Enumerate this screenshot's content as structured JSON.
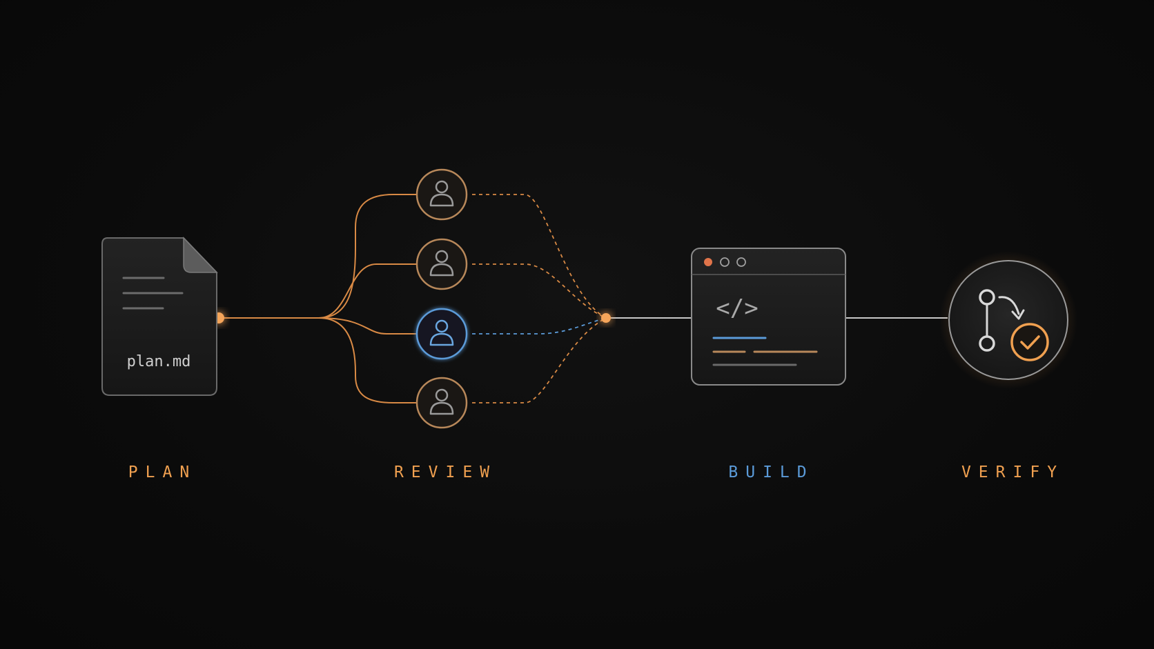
{
  "colors": {
    "background": "#0b0b0b",
    "orange": "#f0a050",
    "orange_dim": "#b8885a",
    "blue": "#5b9bd9",
    "gray_line": "#c8c8c8",
    "icon_gray": "#9a9a9a"
  },
  "stages": [
    {
      "label": "PLAN",
      "color": "#f0a050"
    },
    {
      "label": "REVIEW",
      "color": "#f0a050"
    },
    {
      "label": "BUILD",
      "color": "#5b9bd9"
    },
    {
      "label": "VERIFY",
      "color": "#f0a050"
    }
  ],
  "plan": {
    "file_name": "plan.md",
    "icon": "document-icon"
  },
  "review": {
    "reviewers": [
      {
        "icon": "user-icon",
        "highlighted": false
      },
      {
        "icon": "user-icon",
        "highlighted": false
      },
      {
        "icon": "user-icon",
        "highlighted": true
      },
      {
        "icon": "user-icon",
        "highlighted": false
      }
    ]
  },
  "build": {
    "code_glyph": "</>",
    "icon": "code-window-icon"
  },
  "verify": {
    "icon": "git-merge-check-icon"
  }
}
